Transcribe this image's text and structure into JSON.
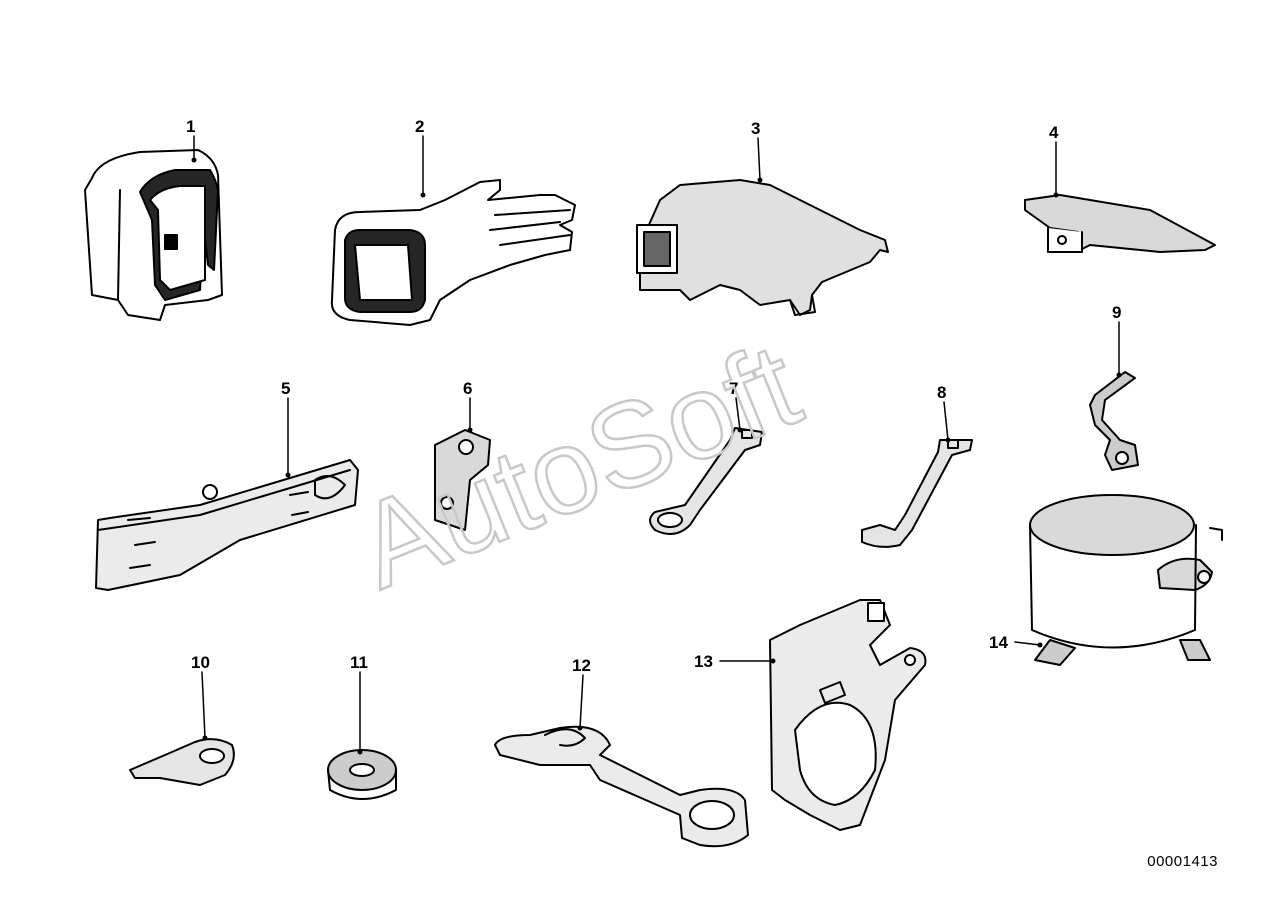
{
  "callouts": [
    "1",
    "2",
    "3",
    "4",
    "5",
    "6",
    "7",
    "8",
    "9",
    "10",
    "11",
    "12",
    "13",
    "14"
  ],
  "reference_number": "00001413",
  "watermark": "AutoSoft",
  "colors": {
    "ink": "#000000",
    "background": "#ffffff",
    "watermark_stroke": "#c8c8c8"
  }
}
